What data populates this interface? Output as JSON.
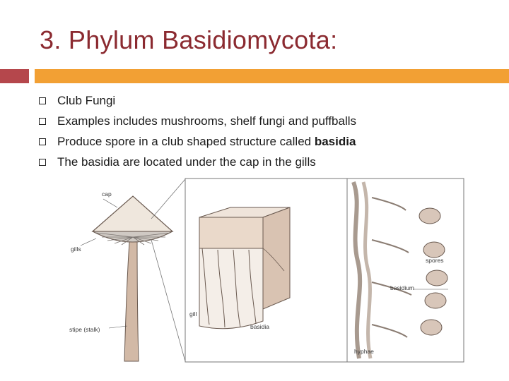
{
  "title": "3. Phylum Basidiomycota:",
  "colors": {
    "title": "#8b2a30",
    "rule_left": "#b5474c",
    "rule_right": "#f2a034"
  },
  "bullets": [
    {
      "text": "Club Fungi"
    },
    {
      "text": "Examples includes mushrooms, shelf fungi and puffballs"
    },
    {
      "text_before": "Produce spore in a club shaped structure called ",
      "bold": "basidia"
    },
    {
      "text": "The basidia are located under the cap in the gills"
    }
  ],
  "figure": {
    "labels": {
      "cap": "cap",
      "gills": "gills",
      "stipe": "stipe (stalk)",
      "gill": "gill",
      "basidia": "basidia",
      "spores": "spores",
      "basidium": "basidium",
      "hyphae": "hyphae"
    }
  }
}
